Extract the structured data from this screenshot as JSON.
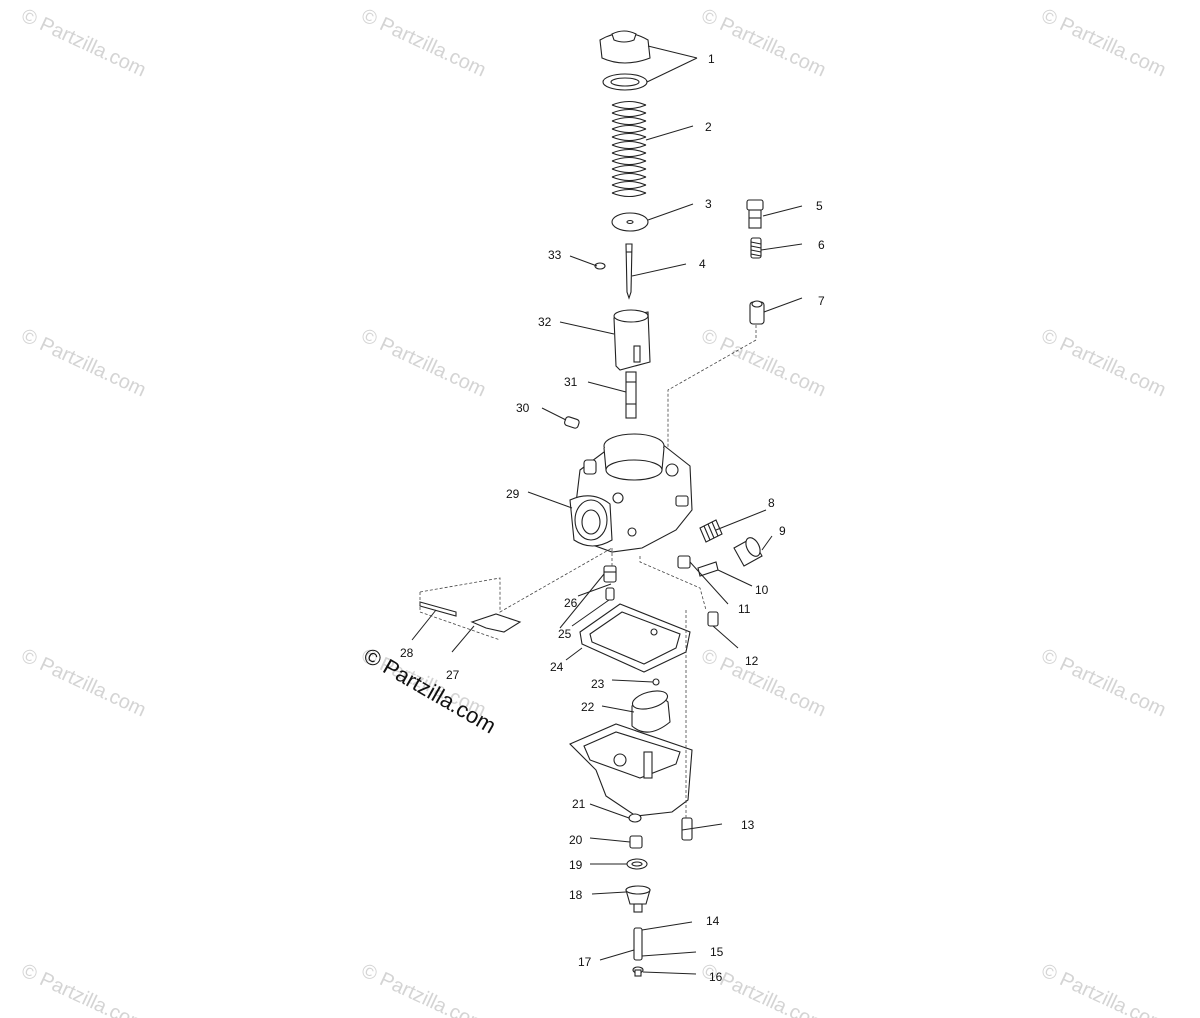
{
  "watermark": {
    "text": "© Partzilla.com",
    "main_text": "© Partzilla.com"
  },
  "callouts": [
    {
      "id": "c1",
      "label": "1"
    },
    {
      "id": "c2",
      "label": "2"
    },
    {
      "id": "c3",
      "label": "3"
    },
    {
      "id": "c4",
      "label": "4"
    },
    {
      "id": "c5",
      "label": "5"
    },
    {
      "id": "c6",
      "label": "6"
    },
    {
      "id": "c7",
      "label": "7"
    },
    {
      "id": "c8",
      "label": "8"
    },
    {
      "id": "c9",
      "label": "9"
    },
    {
      "id": "c10",
      "label": "10"
    },
    {
      "id": "c11",
      "label": "11"
    },
    {
      "id": "c12",
      "label": "12"
    },
    {
      "id": "c13",
      "label": "13"
    },
    {
      "id": "c14",
      "label": "14"
    },
    {
      "id": "c15",
      "label": "15"
    },
    {
      "id": "c16",
      "label": "16"
    },
    {
      "id": "c17",
      "label": "17"
    },
    {
      "id": "c18",
      "label": "18"
    },
    {
      "id": "c19",
      "label": "19"
    },
    {
      "id": "c20",
      "label": "20"
    },
    {
      "id": "c21",
      "label": "21"
    },
    {
      "id": "c22",
      "label": "22"
    },
    {
      "id": "c23",
      "label": "23"
    },
    {
      "id": "c24",
      "label": "24"
    },
    {
      "id": "c25",
      "label": "25"
    },
    {
      "id": "c26",
      "label": "26"
    },
    {
      "id": "c27",
      "label": "27"
    },
    {
      "id": "c28",
      "label": "28"
    },
    {
      "id": "c29",
      "label": "29"
    },
    {
      "id": "c30",
      "label": "30"
    },
    {
      "id": "c31",
      "label": "31"
    },
    {
      "id": "c32",
      "label": "32"
    },
    {
      "id": "c33",
      "label": "33"
    }
  ]
}
